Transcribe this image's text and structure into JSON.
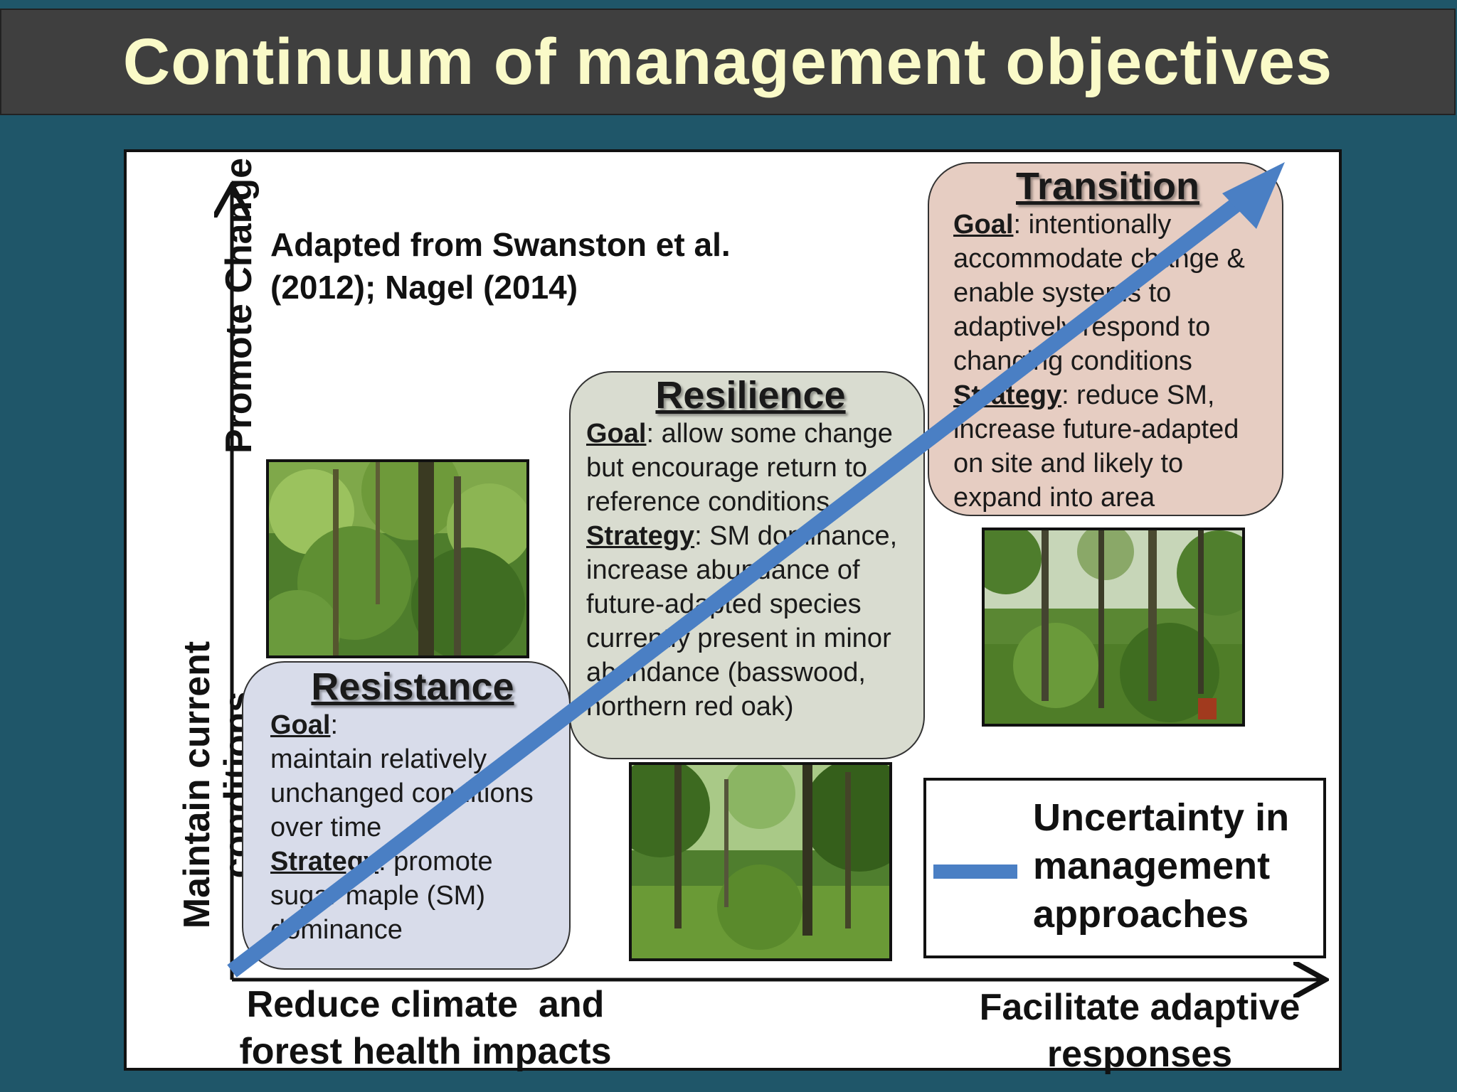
{
  "title": "Continuum of management objectives",
  "axes": {
    "y_top_label": "Promote Change",
    "y_bottom_label_line1": "Maintain current",
    "y_bottom_label_line2": "conditions",
    "x_left_label_line1": "Reduce climate  and",
    "x_left_label_line2": "forest health impacts",
    "x_right_label_line1": "Facilitate adaptive",
    "x_right_label_line2": "responses"
  },
  "citation": {
    "line1": "Adapted from Swanston et al.",
    "line2": "(2012); Nagel (2014)"
  },
  "boxes": {
    "resistance": {
      "heading": "Resistance",
      "goal_key": "Goal",
      "goal_colon": ":",
      "goal_text": "maintain relatively unchanged conditions over time",
      "strategy_key": "Strategy",
      "strategy_text": ": promote sugar maple (SM) dominance",
      "color": "#d8dcea"
    },
    "resilience": {
      "heading": "Resilience",
      "goal_key": "Goal",
      "goal_text": ": allow some change but encourage return to reference conditions",
      "strategy_key": "Strategy",
      "strategy_text": ": SM dominance, increase abundance of future-adapted species currently present in minor abundance (basswood, northern red oak)",
      "color": "#d9dcd0"
    },
    "transition": {
      "heading": "Transition",
      "goal_key": "Goal",
      "goal_text": ": intentionally accommodate change & enable systems to adaptively respond to changing conditions",
      "strategy_key": "Strategy",
      "strategy_text": ": reduce SM, increase future-adapted on site and likely to expand into area",
      "color": "#e6cdc2"
    }
  },
  "legend": {
    "line1": "Uncertainty in",
    "line2": "management",
    "line3": "approaches",
    "color": "#4a7fc4"
  },
  "colors": {
    "background": "#1f5669",
    "title_text": "#fafac8",
    "arrow": "#4a7fc4"
  }
}
